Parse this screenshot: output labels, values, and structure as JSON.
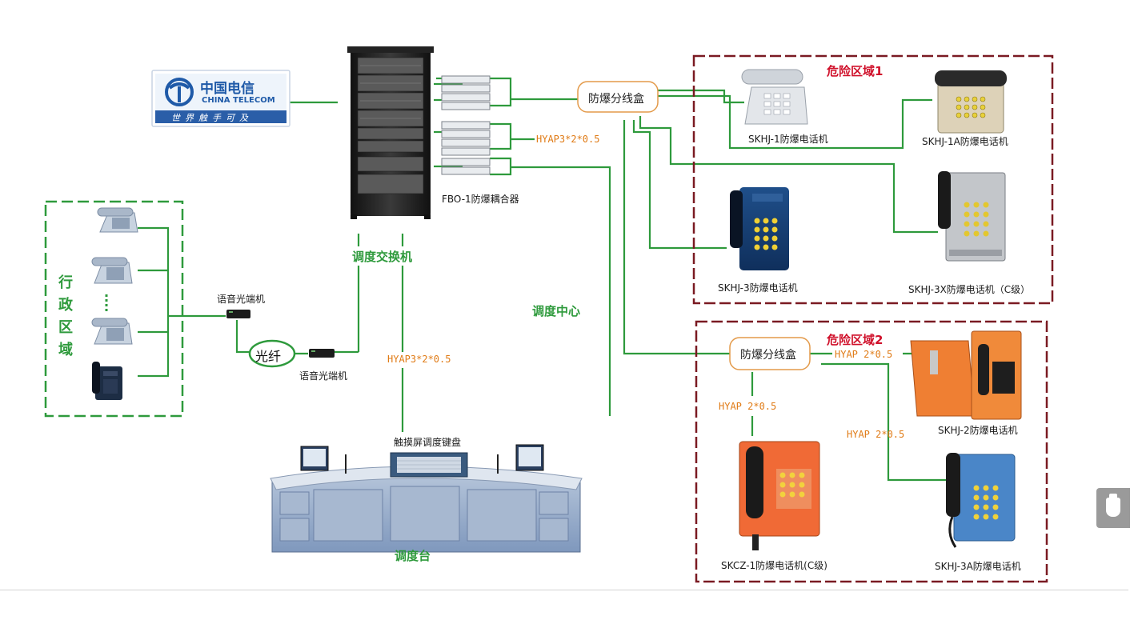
{
  "colors": {
    "line": "#2e9a3c",
    "cable_label": "#e07b16",
    "zone_border": "#7a1a22",
    "zone_title": "#d0112b",
    "box_border": "#e39a4a"
  },
  "telecom": {
    "cn": "中国电信",
    "en": "CHINA TELECOM",
    "slogan": "世界触手可及"
  },
  "switch_label": "调度交换机",
  "coupler_label": "FBO-1防爆耦合器",
  "dispatch_center_label": "调度中心",
  "console_label": "调度台",
  "touch_keyboard_label": "触摸屏调度键盘",
  "admin_zone_label": [
    "行",
    "政",
    "区",
    "域"
  ],
  "optical_terminal_1": "语音光端机",
  "optical_terminal_2": "语音光端机",
  "fiber_label": "光纤",
  "cables": {
    "main_to_zone1": "HYAP3*2*0.5",
    "switch_to_console": "HYAP3*2*0.5",
    "zone2_right": "HYAP 2*0.5",
    "zone2_left": "HYAP 2*0.5",
    "zone2_bottom": "HYAP 2*0.5"
  },
  "zone1": {
    "title": "危险区域1",
    "junction_box": "防爆分线盒",
    "phones": [
      "SKHJ-1防爆电话机",
      "SKHJ-1A防爆电话机",
      "SKHJ-3防爆电话机",
      "SKHJ-3X防爆电话机（C级）"
    ]
  },
  "zone2": {
    "title": "危险区域2",
    "junction_box": "防爆分线盒",
    "phones": [
      "SKHJ-2防爆电话机",
      "SKCZ-1防爆电话机(C级)",
      "SKHJ-3A防爆电话机"
    ]
  },
  "float_button_icon": "usb-drive-icon"
}
